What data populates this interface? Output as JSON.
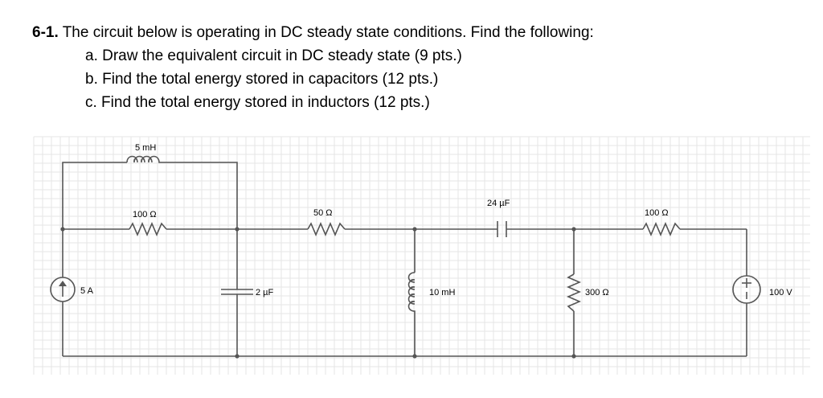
{
  "problem": {
    "number": "6-1",
    "statement": "The circuit below is operating in DC steady state conditions. Find the following:",
    "parts": [
      "a. Draw the equivalent circuit in DC steady state (9 pts.)",
      "b. Find the total energy stored in capacitors (12 pts.)",
      "c. Find the total energy stored in inductors (12 pts.)"
    ]
  },
  "circuit": {
    "inductor_top": "5 mH",
    "resistor_left": "100 Ω",
    "resistor_mid": "50 Ω",
    "capacitor_top": "24 µF",
    "resistor_right": "100 Ω",
    "current_source": "5 A",
    "capacitor_bottom": "2 µF",
    "inductor_bottom": "10 mH",
    "resistor_shunt": "300 Ω",
    "voltage_source": "100 V"
  },
  "colors": {
    "wire": "#555555",
    "grid": "#e6e6e6"
  }
}
